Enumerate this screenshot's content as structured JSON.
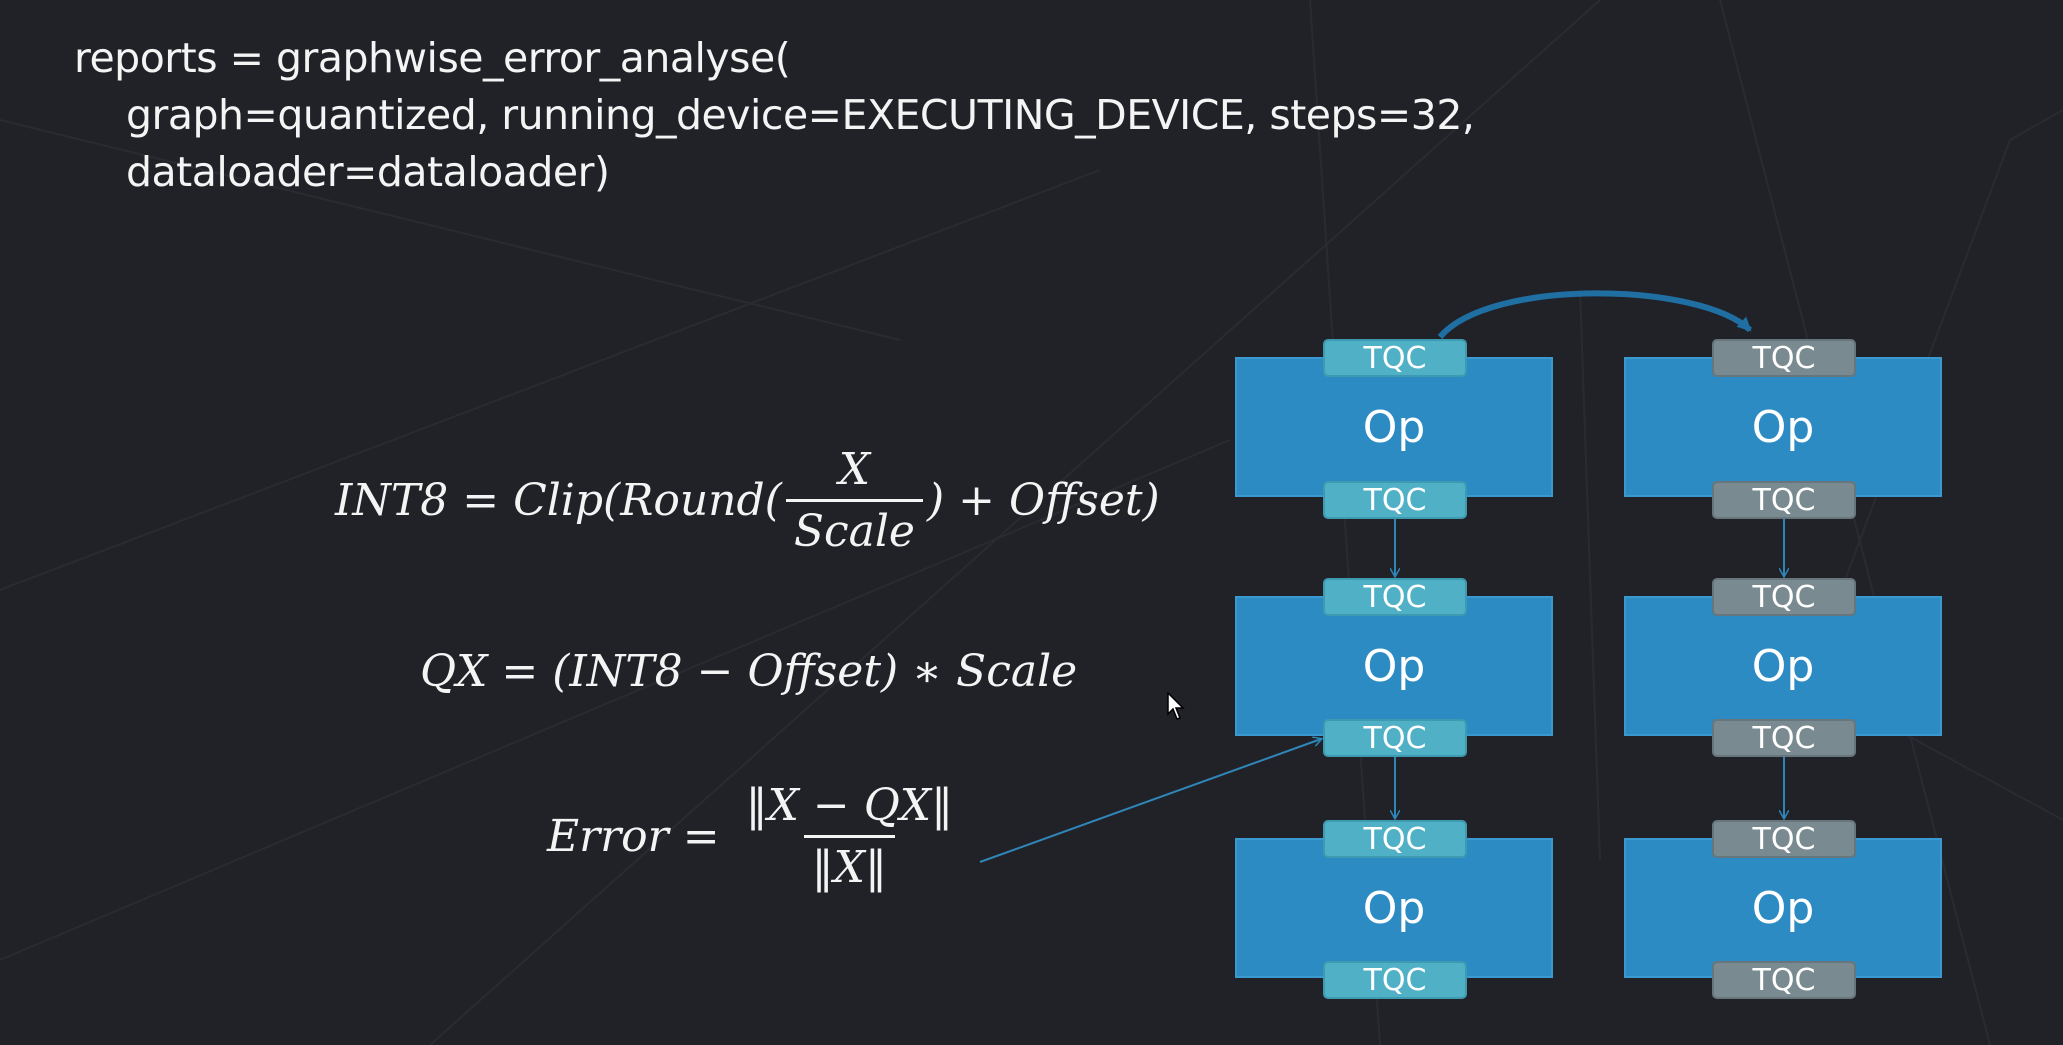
{
  "code": {
    "line1": "reports = graphwise_error_analyse(",
    "line2": "graph=quantized, running_device=EXECUTING_DEVICE, steps=32,",
    "line3": "dataloader=dataloader)"
  },
  "equations": {
    "eq1": {
      "lhs": "INT8 = Clip(Round(",
      "num": "X",
      "den": "Scale",
      "rhs": ") + Offset)"
    },
    "eq2": {
      "text": "QX = (INT8 − Offset) ∗ Scale"
    },
    "eq3": {
      "lhs": "Error = ",
      "num": "‖X − QX‖",
      "den": "‖X‖"
    }
  },
  "diagram": {
    "op_label": "Op",
    "tqc_label": "TQC",
    "colors": {
      "op": "#2b8bc2",
      "tqc_active": "#4fb0c6",
      "tqc_inactive": "#7a8a91",
      "arrow": "#2f86b8"
    }
  }
}
